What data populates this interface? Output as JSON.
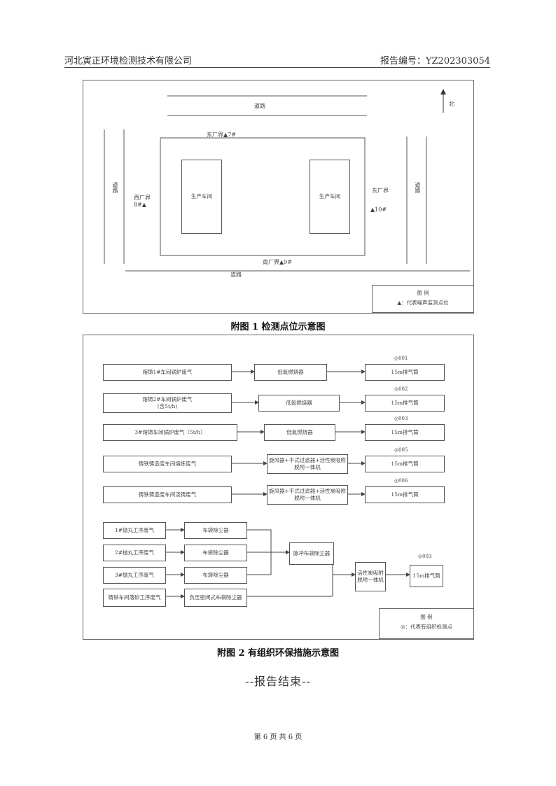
{
  "header": {
    "company": "河北寅正环境检测技术有限公司",
    "report_no": "报告编号：YZ202303054"
  },
  "fig1": {
    "caption": "附图 1    检测点位示意图",
    "road_top": "道路",
    "road_left": "道路",
    "road_right": "道路",
    "road_bottom": "道路",
    "north": "北",
    "left_workshop": "生产车间",
    "right_workshop": "生产车间",
    "point_top": "东厂界▲7#",
    "point_left": "西厂界8#▲",
    "point_right": "▲10#",
    "point_right_name": "东厂界",
    "point_bottom": "南厂界▲9#",
    "legend_title": "图  例",
    "legend_text": "▲：代表噪声监测点位"
  },
  "fig2": {
    "caption": "附图 2  有组织环保措施示意图",
    "sources": [
      "熔铸1#车间锅炉废气",
      "熔铸2#车间锅炉废气\n(含5t/h)",
      "3#熔铸车间锅炉废气（5t/h）",
      "铸铁铸造废车间熔炼废气",
      "铸铁铸造废车间浇铸废气"
    ],
    "treat": [
      "低氮燃烧器",
      "低氮燃烧器",
      "低氮燃烧器",
      "旋风器+干式过滤器+活性炭吸附脱附一体机",
      "旋风器+干式过滤器+活性炭吸附脱附一体机"
    ],
    "stacks": [
      "15m排气筒",
      "15m排气筒",
      "15m排气筒",
      "15m排气筒",
      "15m排气筒"
    ],
    "outlets": [
      "◎001",
      "◎002",
      "◎003",
      "◎005",
      "◎006"
    ],
    "lower_sources": [
      "1#抛丸工序废气",
      "2#抛丸工序废气",
      "3#抛丸工序废气",
      "铸铁车间落砂工序废气"
    ],
    "lower_treat": [
      "布袋除尘器",
      "布袋除尘器",
      "布袋除尘器",
      "负压密闭式布袋除尘器"
    ],
    "merge": "脉冲布袋除尘器",
    "final_treat": "活性炭吸附脱附一体机",
    "final_stack": "15m排气筒",
    "final_outlet": "◎003",
    "legend_title": "图  例",
    "legend_text": "◎：代表有组织检测点"
  },
  "end_text": "--报告结束--",
  "footer": "第 6 页  共 6 页"
}
